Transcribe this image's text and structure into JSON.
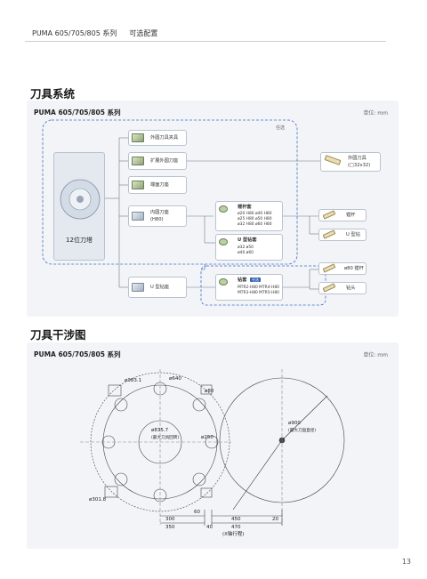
{
  "header": {
    "series": "PUMA 605/705/805 系列",
    "section": "可选配置"
  },
  "page_number": "13",
  "system": {
    "title": "刀具系统",
    "card_title": "PUMA 605/705/805 系列",
    "unit": "单位: mm",
    "option_label": "任选",
    "turret": "12位刀塔",
    "holders": {
      "od": "外圆刀具夹具",
      "ext_od": "扩展外圆刀座",
      "face": "端面刀座",
      "id": "内圆刀座",
      "id_sub": "(H80)",
      "udrill": "U 型钻座"
    },
    "od_tool": "外圆刀具",
    "od_tool_sub": "(□32x32)",
    "boring_sleeve": {
      "title": "镗杆套",
      "rows": [
        "ø20 H80   ø40 H80",
        "ø25 H80   ø50 H80",
        "ø32 H80   ø60 H80"
      ]
    },
    "u_sleeve": {
      "title": "U 型钻套",
      "rows": [
        "ø32        ø50",
        "ø40        ø60"
      ]
    },
    "drill_sleeve": {
      "title": "钻套",
      "badge": "任选",
      "rows": [
        "MTR2-H80  MTR4-H80",
        "MTR3-H80  MTR5-H80"
      ]
    },
    "tools": {
      "boring_bar": "镗杆",
      "u_drill": "U 型钻",
      "boring_bar_80": "ø80 镗杆",
      "drill": "钻头"
    }
  },
  "interference": {
    "title": "刀具干涉图",
    "card_title": "PUMA 605/705/805 系列",
    "unit": "单位: mm",
    "dims": {
      "d640": "ø640",
      "d80": "ø80",
      "d383": "ø383.1",
      "d835": "ø835.7",
      "d835_sub": "(最大刀具回转)",
      "d900": "ø900",
      "d900_sub": "(最大刀盘直径)",
      "d250": "ø250",
      "d301": "ø301.8",
      "h300": "300",
      "h350": "350",
      "h60": "60",
      "h40": "40",
      "h450": "450",
      "h470": "470",
      "h20": "20",
      "x_stroke": "(X轴行程)"
    }
  }
}
